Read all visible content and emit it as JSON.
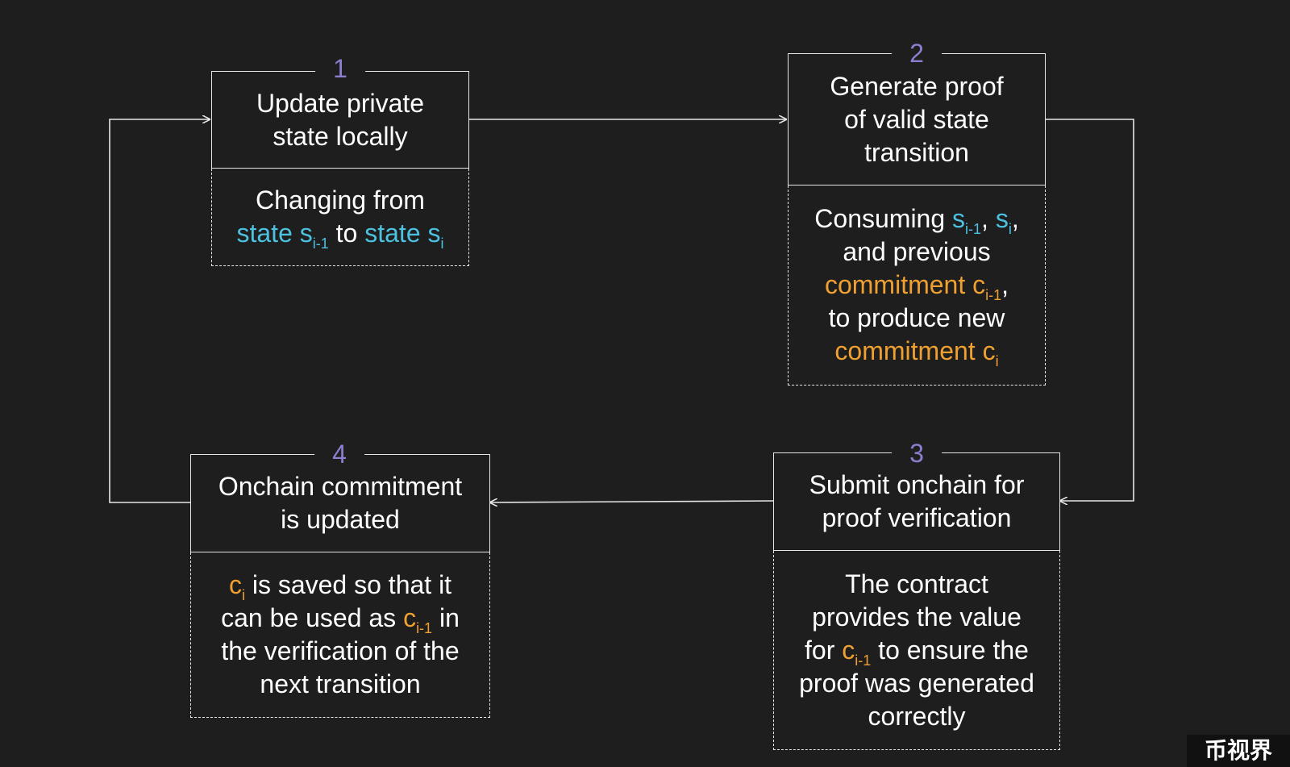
{
  "steps": [
    {
      "number": "1",
      "title_lines": [
        "Update private",
        "state locally"
      ],
      "desc": {
        "pre": "Changing from",
        "from": "state s",
        "from_sub": "i-1",
        "mid": "to",
        "to": "state s",
        "to_sub": "i"
      }
    },
    {
      "number": "2",
      "title_lines": [
        "Generate proof",
        "of valid state",
        "transition"
      ],
      "desc": {
        "consuming": "Consuming",
        "s_prev": "s",
        "s_prev_sub": "i-1",
        "comma1": ",",
        "s_cur": "s",
        "s_cur_sub": "i",
        "comma2": ",",
        "and_previous": "and previous",
        "commit_prev": "commitment c",
        "commit_prev_sub": "i-1",
        "comma3": ",",
        "to_produce": "to produce new",
        "commit_new": "commitment c",
        "commit_new_sub": "i"
      }
    },
    {
      "number": "3",
      "title_lines": [
        "Submit onchain for",
        "proof verification"
      ],
      "desc": {
        "line1": "The contract",
        "line2": "provides the value",
        "for": "for",
        "c": "c",
        "c_sub": "i-1",
        "ensure": "to ensure the",
        "line4": "proof was generated",
        "line5": "correctly"
      }
    },
    {
      "number": "4",
      "title_lines": [
        "Onchain commitment",
        "is updated"
      ],
      "desc": {
        "c1": "c",
        "c1_sub": "i",
        "saved": "is saved so that it",
        "used_as": "can be used as",
        "c2": "c",
        "c2_sub": "i-1",
        "in": "in",
        "line3": "the verification of the",
        "line4": "next transition"
      }
    }
  ],
  "colors": {
    "background": "#1e1e1e",
    "state_highlight": "#4cc2e0",
    "commitment_highlight": "#f0a030",
    "step_number": "#8b7fd0",
    "line": "#e6e6e6"
  },
  "watermark": "币视界"
}
